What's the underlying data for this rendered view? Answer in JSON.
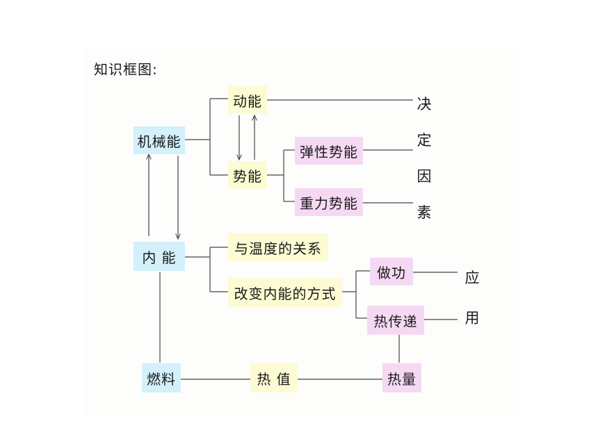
{
  "title": "知识框图:",
  "nodes": {
    "mechanical_energy": "机械能",
    "kinetic_energy": "动能",
    "potential_energy": "势能",
    "elastic_potential": "弹性势能",
    "gravitational_potential": "重力势能",
    "internal_energy": "内 能",
    "temperature_relation": "与温度的关系",
    "change_methods": "改变内能的方式",
    "work": "做功",
    "heat_transfer": "热传递",
    "fuel": "燃料",
    "heat_value": "热 值",
    "heat_quantity": "热量"
  },
  "determinants": [
    "决",
    "定",
    "因",
    "素"
  ],
  "applications": [
    "应",
    "用"
  ],
  "colors": {
    "blue": "#d3f0fb",
    "yellow": "#fcfbd3",
    "pink": "#f5d9f3",
    "line": "#444444"
  }
}
